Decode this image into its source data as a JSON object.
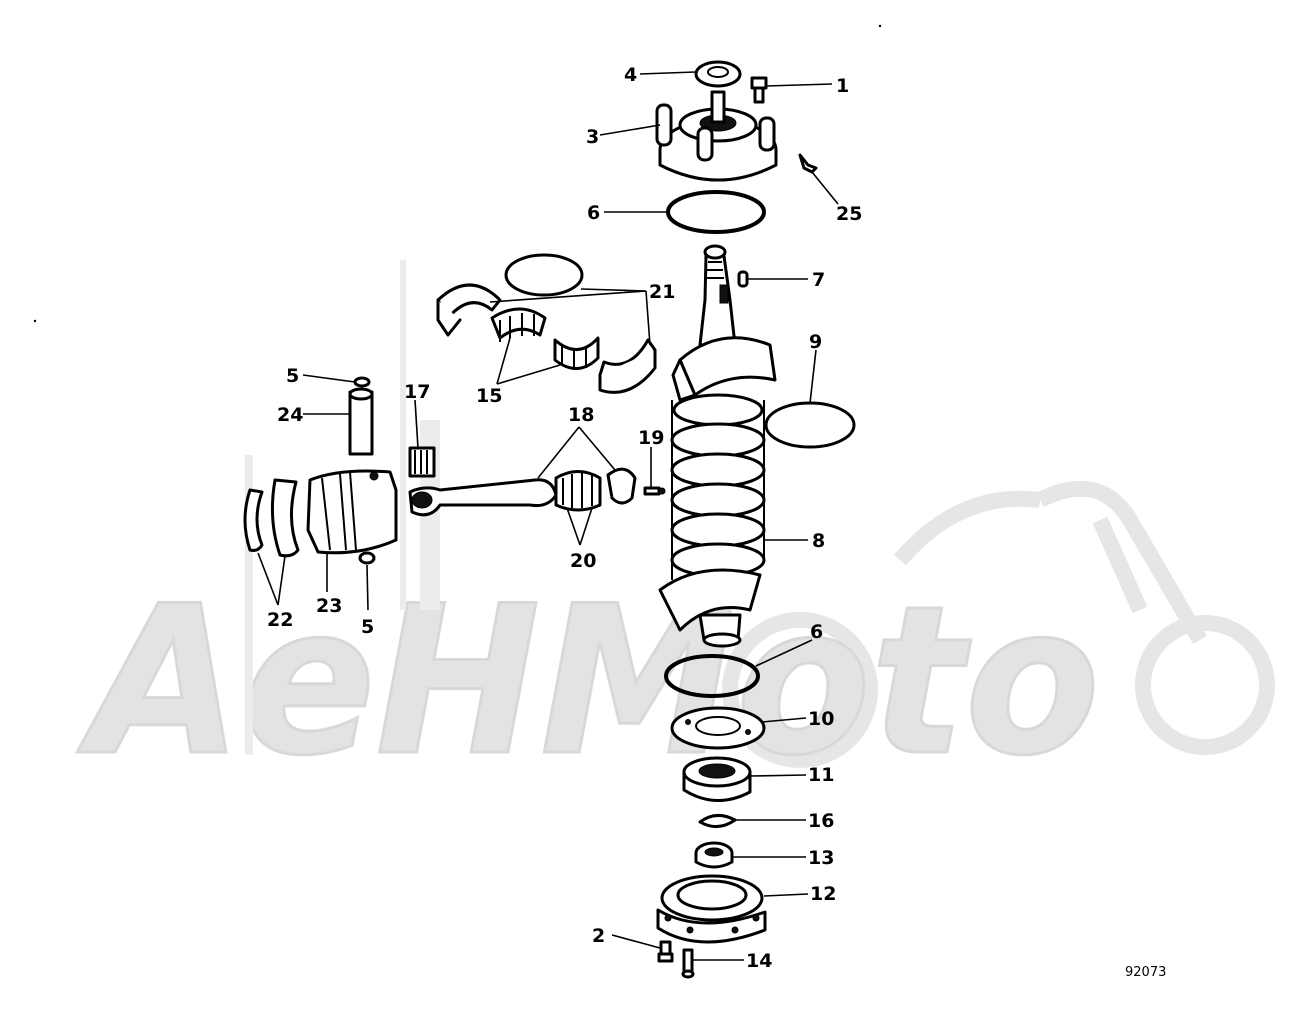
{
  "reference_number": "92073",
  "watermark_text": "AeHMoto",
  "colors": {
    "ink": "#000000",
    "watermark": "#e3e3e3",
    "background": "#ffffff"
  },
  "callouts": [
    {
      "id": "c4",
      "label": "4"
    },
    {
      "id": "c1",
      "label": "1"
    },
    {
      "id": "c3",
      "label": "3"
    },
    {
      "id": "c25",
      "label": "25"
    },
    {
      "id": "c6a",
      "label": "6"
    },
    {
      "id": "c21",
      "label": "21"
    },
    {
      "id": "c7",
      "label": "7"
    },
    {
      "id": "c9",
      "label": "9"
    },
    {
      "id": "c15",
      "label": "15"
    },
    {
      "id": "c5a",
      "label": "5"
    },
    {
      "id": "c24",
      "label": "24"
    },
    {
      "id": "c17",
      "label": "17"
    },
    {
      "id": "c18",
      "label": "18"
    },
    {
      "id": "c19",
      "label": "19"
    },
    {
      "id": "c20",
      "label": "20"
    },
    {
      "id": "c8",
      "label": "8"
    },
    {
      "id": "c22",
      "label": "22"
    },
    {
      "id": "c23",
      "label": "23"
    },
    {
      "id": "c5b",
      "label": "5"
    },
    {
      "id": "c6b",
      "label": "6"
    },
    {
      "id": "c10",
      "label": "10"
    },
    {
      "id": "c11",
      "label": "11"
    },
    {
      "id": "c16",
      "label": "16"
    },
    {
      "id": "c13",
      "label": "13"
    },
    {
      "id": "c12",
      "label": "12"
    },
    {
      "id": "c2",
      "label": "2"
    },
    {
      "id": "c14",
      "label": "14"
    }
  ]
}
